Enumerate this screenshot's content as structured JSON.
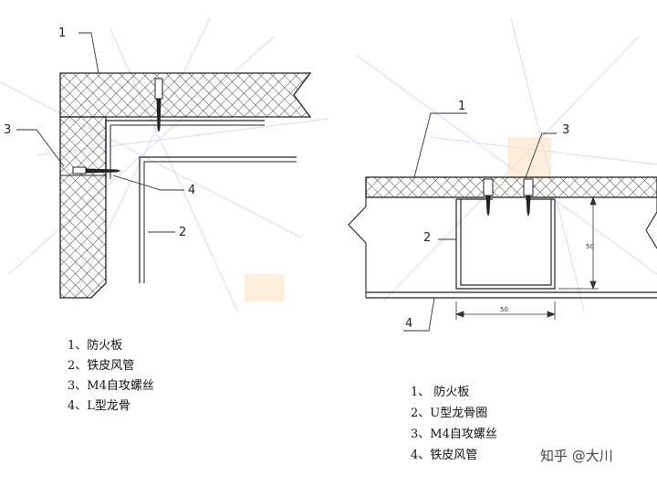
{
  "left_diagram": {
    "callouts": {
      "c1": "1",
      "c2": "2",
      "c3": "3",
      "c4": "4"
    },
    "legend": [
      "1、防火板",
      "2、铁皮风管",
      "3、M4自攻螺丝",
      "4、L型龙骨"
    ]
  },
  "right_diagram": {
    "callouts": {
      "c1": "1",
      "c2": "2",
      "c3": "3",
      "c4": "4"
    },
    "dimensions": {
      "height": "50",
      "width": "50"
    },
    "legend": [
      "1、 防火板",
      "2、U型龙骨圈",
      "3、M4自攻螺丝",
      "4、铁皮风管"
    ]
  },
  "watermark": "知乎 @大川",
  "colors": {
    "background": "#ffffff",
    "line": "#222222",
    "watermark_lines": "#d8d0f0"
  }
}
